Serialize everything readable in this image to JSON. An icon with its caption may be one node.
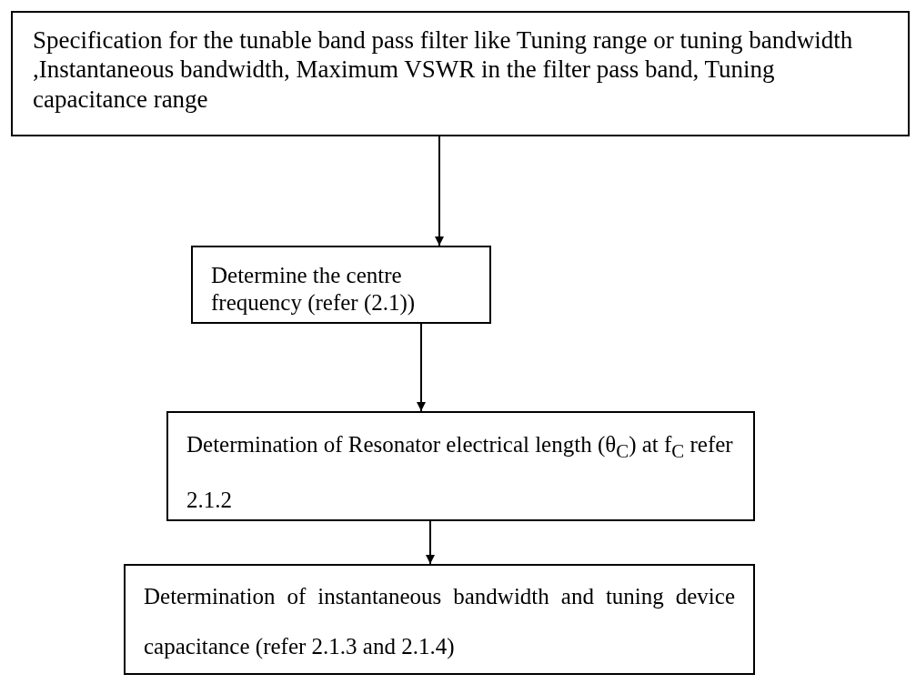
{
  "diagram": {
    "nodes": [
      {
        "text": [
          "Specification for the tunable band pass filter like Tuning range or tuning bandwidth ,Instantaneous bandwidth, Maximum VSWR in the filter pass band, Tuning capacitance range"
        ]
      },
      {
        "text": [
          "Determine the centre frequency (refer (2.1))"
        ]
      },
      {
        "text": [
          "Determination of Resonator electrical length (θ$_{C}$) at f$_{C}$ refer 2.1.2"
        ]
      },
      {
        "text": [
          "Determination of instantaneous bandwidth and tuning device capacitance (refer 2.1.3 and 2.1.4)"
        ]
      }
    ],
    "edges": [
      {
        "from": 0,
        "to": 1,
        "arrow": "to"
      },
      {
        "from": 1,
        "to": 2,
        "arrow": "to"
      },
      {
        "from": 2,
        "to": 3,
        "arrow": "to"
      }
    ]
  }
}
